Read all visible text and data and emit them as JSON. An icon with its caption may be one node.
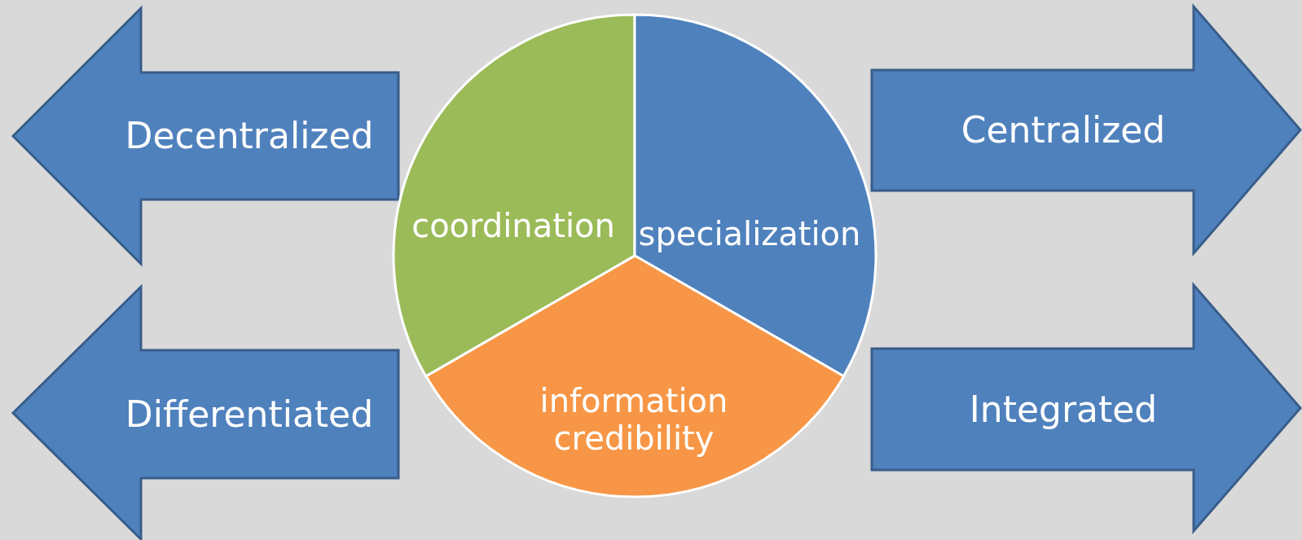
{
  "diagram": {
    "nodes": [
      {
        "text": [
          "Decentralized"
        ]
      },
      {
        "text": [
          "coordination"
        ]
      },
      {
        "text": [
          "specialization"
        ]
      },
      {
        "text": [
          "Centralized"
        ]
      },
      {
        "text": [
          "Differentiated"
        ]
      },
      {
        "text": [
          "information credibility"
        ]
      },
      {
        "text": [
          "Integrated"
        ]
      }
    ]
  }
}
